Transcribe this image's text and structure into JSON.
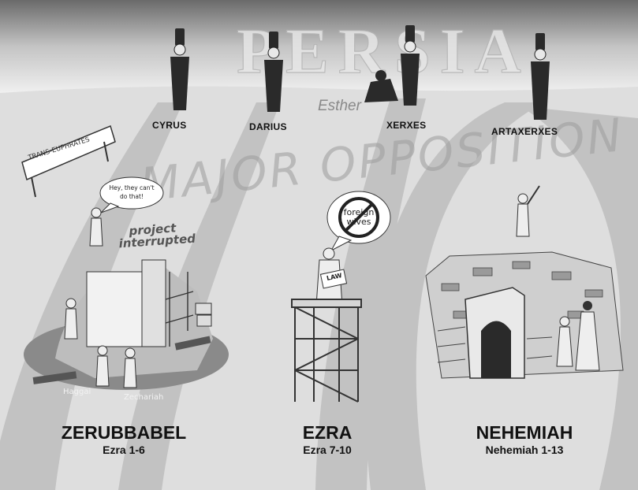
{
  "header": {
    "empire_title": "PERSIA"
  },
  "kings": [
    {
      "name": "CYRUS"
    },
    {
      "name": "DARIUS"
    },
    {
      "name": "XERXES"
    },
    {
      "name": "ARTAXERXES"
    }
  ],
  "queen": {
    "name": "Esther"
  },
  "opposition": {
    "label": "MAJOR OPPOSITION",
    "banner": "TRANS-EUPHRATES"
  },
  "zerubbabel_scene": {
    "bubble": "Hey, they can't do that!",
    "bubble_line1": "Hey, they can't",
    "bubble_line2": "do that!",
    "note": "project interrupted",
    "note_line1": "project",
    "note_line2": "interrupted",
    "prophets": [
      "Haggai",
      "Zechariah"
    ]
  },
  "ezra_scene": {
    "sign": "foreign wives",
    "sign_line1": "foreign",
    "sign_line2": "wives",
    "scroll": "LAW"
  },
  "leaders": [
    {
      "name": "ZERUBBABEL",
      "ref": "Ezra 1-6"
    },
    {
      "name": "EZRA",
      "ref": "Ezra 7-10"
    },
    {
      "name": "NEHEMIAH",
      "ref": "Nehemiah 1-13"
    }
  ],
  "palette": {
    "ink": "#111111",
    "band": "#bdbdbd",
    "ground": "#dcdcdc",
    "sky": "#6e6e6e"
  }
}
